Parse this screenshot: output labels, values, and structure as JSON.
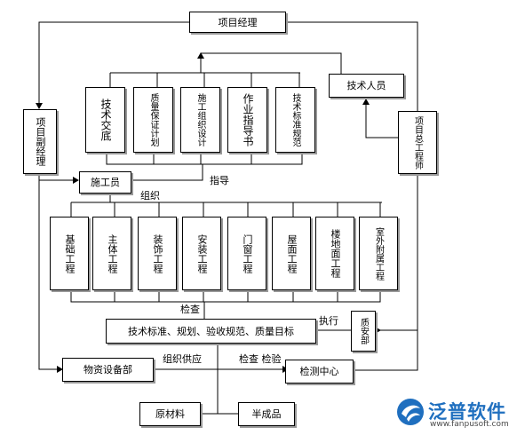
{
  "nodes": {
    "project_manager": "项目经理",
    "deputy_manager": "项目副经理",
    "chief_engineer": "项目总工程师",
    "technical_staff": "技术人员",
    "tech_disclosure": "技术交底",
    "quality_plan": "质量保证计划",
    "construction_design": "施工组织设计",
    "work_guide": "作业指导书",
    "tech_standard": "技术标准规范",
    "constructor": "施工员",
    "foundation": "基础工程",
    "main_structure": "主体工程",
    "decoration": "装饰工程",
    "installation": "安装工程",
    "doors_windows": "门窗工程",
    "roofing": "屋面工程",
    "ground_floor": "楼地面工程",
    "outdoor_ancillary": "室外附属工程",
    "standards_targets": "技术标准、规划、验收规范、质量目标",
    "quality_dept": "质安部",
    "materials_dept": "物资设备部",
    "testing_center": "检测中心",
    "raw_materials": "原材料",
    "semi_finished": "半成品"
  },
  "labels": {
    "guide": "指导",
    "organize": "组织",
    "inspect": "检查",
    "execute": "执行",
    "organize_supply": "组织供应",
    "inspect_test": "检查 检验"
  },
  "logo": {
    "brand": "泛普软件",
    "url": "www.fanpusoft.com",
    "color": "#1f6fbf"
  }
}
